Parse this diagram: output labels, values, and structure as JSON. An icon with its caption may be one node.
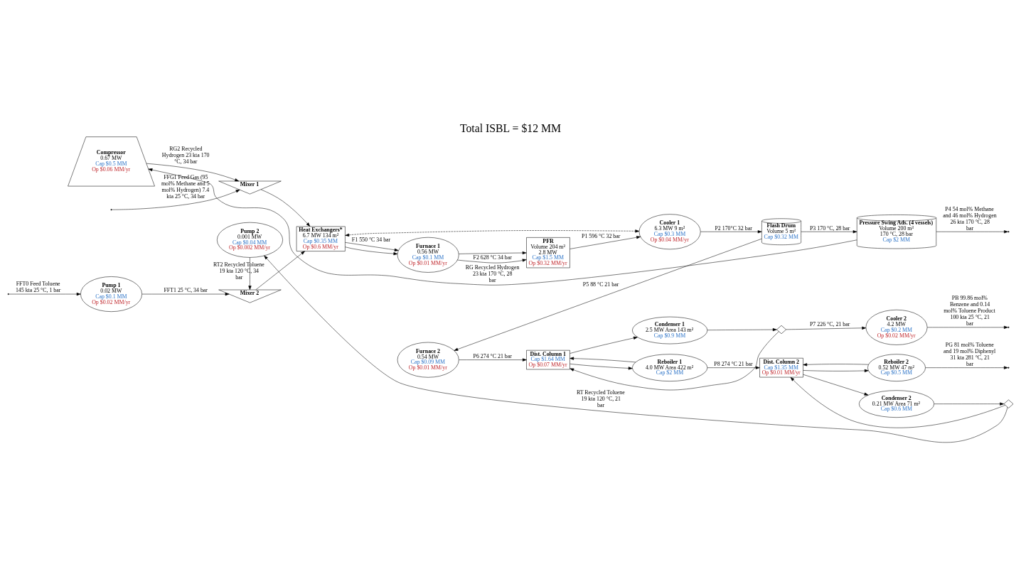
{
  "diagram": {
    "title": "Total ISBL = $12 MM",
    "nodes": [
      {
        "text": [
          "Compressor",
          "0.67 MW",
          "Cap $0.5 MM",
          "Op $0.06 MM/yr"
        ]
      },
      {
        "text": [
          "Mixer 1"
        ]
      },
      {
        "text": [
          "Mixer 2"
        ]
      },
      {
        "text": [
          "Pump 1",
          "0.02 MW",
          "Cap $0.1 MM",
          "Op $0.02 MM/yr"
        ]
      },
      {
        "text": [
          "Heat Exchangers*",
          "6.7 MW 134 m²",
          "Cap $0.35 MM",
          "Op $0.6 MM/yr"
        ]
      },
      {
        "text": [
          "Furnace 1",
          "0.56 MW",
          "Cap $0.1 MM",
          "Op $0.01 MM/yr"
        ]
      },
      {
        "text": [
          "PFR",
          "Volume 204 m³",
          "2.8 MW",
          "Cap $1.5 MM",
          "Op $0.32 MM/yr"
        ]
      },
      {
        "text": [
          "Cooler 1",
          "6.3 MW 9 m²",
          "Cap $0.3 MM",
          "Op $0.04 MM/yr"
        ]
      },
      {
        "text": [
          "Flash Drum",
          "Volume 5 m³",
          "Cap $0.32 MM"
        ]
      },
      {
        "text": [
          "Pressure Swing Ads. (4 vessels)",
          "Volume 200 m³",
          "170 °C, 28 bar",
          "Cap $2 MM"
        ]
      },
      {
        "text": [
          "Furnace 2",
          "0.54 MW",
          "Cap $0.09 MM",
          "Op $0.01 MM/yr"
        ]
      },
      {
        "text": [
          "Dist. Column 1",
          "Cap $1.64 MM",
          "Op $0.07 MM/yr"
        ]
      },
      {
        "text": [
          "Condenser 1",
          "2.5 MW Area 143 m²",
          "Cap $0.9 MM"
        ]
      },
      {
        "text": [],
        "shape": "valve"
      },
      {
        "text": [
          "Cooler 2",
          "4.2 MW",
          "Cap $0.2 MM",
          "Op $0.02 MM/yr"
        ]
      },
      {
        "text": [
          "Reboiler 1",
          "4.0 MW Area 422 m²",
          "Cap $2 MM"
        ]
      },
      {
        "text": [
          "Dist. Column 2",
          "Cap $1.35 MM",
          "Op $0.01 MM/yr"
        ]
      },
      {
        "text": [
          "Condenser 2",
          "0.21 MW Area 71 m²",
          "Cap $0.6 MM"
        ]
      },
      {
        "text": [],
        "shape": "valve"
      },
      {
        "text": [
          "Reboiler 2",
          "0.52 MW 47 m²",
          "Cap $0.5 MM"
        ]
      },
      {
        "text": [
          "Pump 2",
          "0.001 MW",
          "Cap $0.04 MM",
          "Op $0.002 MM/yr"
        ]
      }
    ],
    "edges": [
      {
        "from": null,
        "to": 1,
        "arrow": "to",
        "label": "FFG1 Feed Gas (95 mol% Methane and 5 mol% Hydrogen) 7.4 kta 25 °C, 34 bar"
      },
      {
        "from": null,
        "to": 3,
        "arrow": "to",
        "label": "FFT0 Feed Toluene 145 kta 25 °C, 1 bar"
      },
      {
        "from": 3,
        "to": 2,
        "arrow": "to",
        "label": "FFT1 25 °C, 34 bar"
      },
      {
        "from": 0,
        "to": 1,
        "arrow": "to",
        "label": "RG2 Recycled Hydrogen 23 kta 170 °C, 34 bar"
      },
      {
        "from": 20,
        "to": 2,
        "arrow": "to",
        "label": "RT2 Recycled Toluene 19 kta 120 °C, 34 bar"
      },
      {
        "from": 1,
        "to": 4,
        "arrow": "to"
      },
      {
        "from": 2,
        "to": 4,
        "arrow": "to"
      },
      {
        "from": 4,
        "to": 7,
        "arrow": "both",
        "style": "dashed"
      },
      {
        "from": 4,
        "to": 5,
        "arrow": "to",
        "label": "F1 550 °C 34 bar"
      },
      {
        "from": 4,
        "to": 5,
        "arrow": "to"
      },
      {
        "from": 5,
        "to": 6,
        "arrow": "to",
        "label": "F2 628 °C 34 bar"
      },
      {
        "from": 5,
        "to": 6,
        "arrow": "to"
      },
      {
        "from": 6,
        "to": 7,
        "arrow": "to",
        "label": "P1 596 °C 32 bar"
      },
      {
        "from": 7,
        "to": 8,
        "arrow": "to",
        "label": "P2 170°C 32 bar"
      },
      {
        "from": 8,
        "to": 9,
        "arrow": "to",
        "label": "P3 170 °C, 28 bar"
      },
      {
        "from": 9,
        "to": 0,
        "arrow": "to",
        "label": "RG Recycled Hydrogen 23 kta 170 °C, 28 bar"
      },
      {
        "from": 9,
        "to": null,
        "arrow": "to",
        "label": "P4 54 mol% Methane and 46 mol% Hydrogen 26 kta 170 °C, 28 bar"
      },
      {
        "from": 8,
        "to": 10,
        "arrow": "to",
        "label": "P5 88 °C 21 bar"
      },
      {
        "from": 10,
        "to": 11,
        "arrow": "to",
        "label": "P6 274 °C 21 bar"
      },
      {
        "from": 11,
        "to": 12,
        "arrow": "to"
      },
      {
        "from": 12,
        "to": 13,
        "arrow": "to"
      },
      {
        "from": 13,
        "to": 11,
        "arrow": "to"
      },
      {
        "from": 13,
        "to": 14,
        "arrow": "to",
        "label": "P7 226 °C, 21 bar"
      },
      {
        "from": 14,
        "to": null,
        "arrow": "to",
        "label": "PB 99.86 mol% Benzene and 0.14 mol% Toluene Product 100 kta 25 °C, 21 bar"
      },
      {
        "from": 11,
        "to": 15,
        "arrow": "to"
      },
      {
        "from": 15,
        "to": 11,
        "arrow": "to"
      },
      {
        "from": 15,
        "to": 16,
        "arrow": "to",
        "label": "P8 274 °C 21 bar"
      },
      {
        "from": 16,
        "to": 17,
        "arrow": "to"
      },
      {
        "from": 17,
        "to": 18,
        "arrow": "to"
      },
      {
        "from": 18,
        "to": 16,
        "arrow": "to"
      },
      {
        "from": 18,
        "to": 20,
        "arrow": "to",
        "label": "RT Recycled Toluene 19 kta 120 °C, 21 bar"
      },
      {
        "from": 16,
        "to": 19,
        "arrow": "to"
      },
      {
        "from": 19,
        "to": 16,
        "arrow": "to"
      },
      {
        "from": 19,
        "to": null,
        "arrow": "to",
        "label": "PG 81 mol% Toluene and 19 mol% Diphenyl 31 kta 281 °C, 21 bar"
      }
    ]
  }
}
